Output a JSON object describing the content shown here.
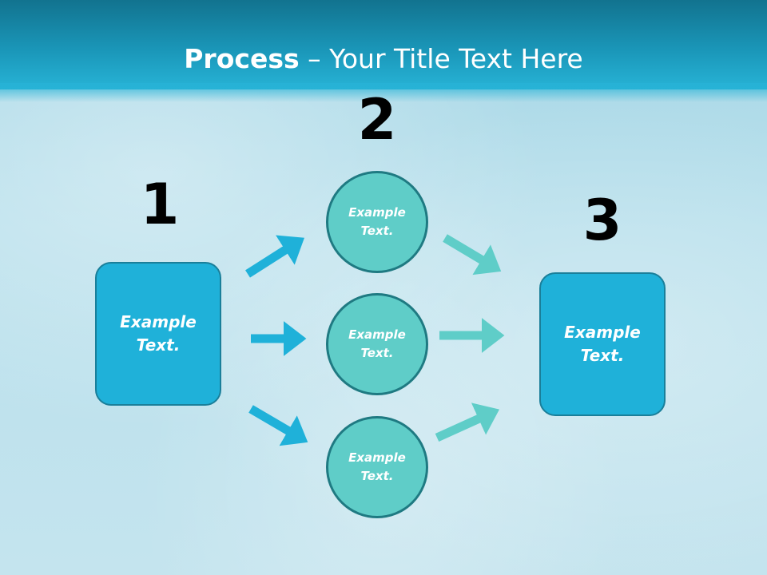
{
  "title": {
    "bold": "Process",
    "separator": " – ",
    "rest": "Your Title Text Here"
  },
  "steps": {
    "one": {
      "number": "1",
      "text": "Example\nText."
    },
    "two": {
      "number": "2",
      "circles": [
        {
          "text": "Example\nText."
        },
        {
          "text": "Example\nText."
        },
        {
          "text": "Example\nText."
        }
      ]
    },
    "three": {
      "number": "3",
      "text": "Example\nText."
    }
  },
  "colors": {
    "header": "#1a96b8",
    "box_fill": "#1fb1d9",
    "circle_fill": "#5fcdc8",
    "arrow_left": "#1fb1d9",
    "arrow_right": "#5fcdc8"
  }
}
